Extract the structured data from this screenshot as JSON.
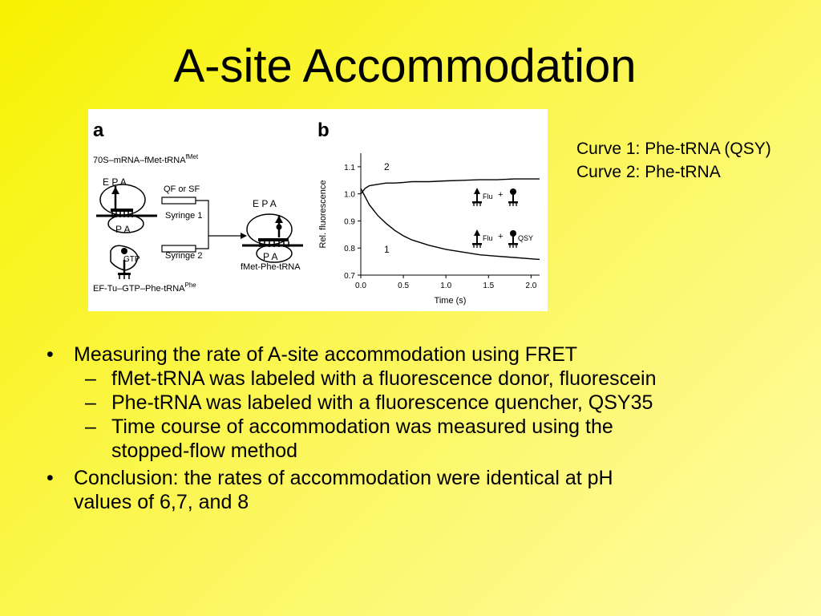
{
  "title": "A-site Accommodation",
  "figure": {
    "panel_a": {
      "letter": "a",
      "complex_label": "70S–mRNA–fMet-tRNA",
      "complex_sup": "fMet",
      "site_top": "E  P  A",
      "site_bottom": "P  A",
      "qf_label": "QF or SF",
      "syringe1": "Syringe 1",
      "syringe2": "Syringe 2",
      "gtp": "GTP",
      "product_sites": "E  P  A",
      "product_sites_bottom": "P  A",
      "product_label": "fMet-Phe-tRNA",
      "ternary_label": "EF-Tu–GTP–Phe-tRNA",
      "ternary_sup": "Phe"
    },
    "panel_b": {
      "letter": "b",
      "flu_label": "Flu",
      "qsy_label": "QSY",
      "plus": "+",
      "curve_label_2": "2",
      "curve_label_1": "1"
    }
  },
  "chart_data": {
    "type": "line",
    "xlabel": "Time (s)",
    "ylabel": "Rel. fluorescence",
    "xlim": [
      0,
      2.1
    ],
    "ylim": [
      0.7,
      1.15
    ],
    "x_ticks": [
      "0.0",
      "0.5",
      "1.0",
      "1.5",
      "2.0"
    ],
    "y_ticks": [
      "0.7",
      "0.8",
      "0.9",
      "1.0",
      "1.1"
    ],
    "x": [
      0.0,
      0.05,
      0.1,
      0.2,
      0.3,
      0.4,
      0.5,
      0.6,
      0.8,
      1.0,
      1.2,
      1.4,
      1.6,
      1.8,
      2.0,
      2.1
    ],
    "series": [
      {
        "name": "2",
        "values": [
          1.0,
          1.02,
          1.03,
          1.035,
          1.04,
          1.04,
          1.042,
          1.045,
          1.045,
          1.048,
          1.05,
          1.052,
          1.052,
          1.055,
          1.055,
          1.055
        ]
      },
      {
        "name": "1",
        "values": [
          1.02,
          0.99,
          0.96,
          0.92,
          0.89,
          0.865,
          0.845,
          0.83,
          0.81,
          0.795,
          0.785,
          0.775,
          0.77,
          0.765,
          0.76,
          0.758
        ]
      }
    ]
  },
  "legend": {
    "line1": "Curve 1: Phe-tRNA (QSY)",
    "line2": "Curve 2: Phe-tRNA"
  },
  "bullets": {
    "b1": "Measuring the rate of A-site accommodation using FRET",
    "s1": "fMet-tRNA was labeled with a fluorescence donor, fluorescein",
    "s2": "Phe-tRNA was labeled with a fluorescence quencher, QSY35",
    "s3a": "Time course of accommodation was measured using the",
    "s3b": "stopped-flow method",
    "b2a": "Conclusion: the rates of accommodation were identical at pH",
    "b2b": "values of 6,7, and 8",
    "bullet_mark": "•",
    "dash_mark": "–"
  }
}
